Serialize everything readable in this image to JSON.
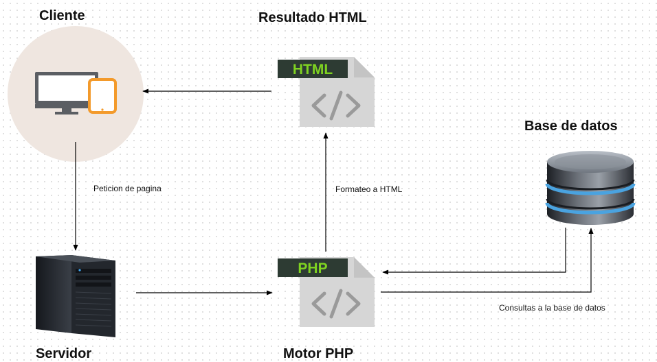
{
  "nodes": {
    "cliente": {
      "title": "Cliente"
    },
    "resultado": {
      "title": "Resultado HTML",
      "tag": "HTML"
    },
    "servidor": {
      "title": "Servidor"
    },
    "motor": {
      "title": "Motor PHP",
      "tag": "PHP"
    },
    "base": {
      "title": "Base de datos"
    }
  },
  "edges": {
    "peticion": "Peticion de pagina",
    "formateo": "Formateo a HTML",
    "consultas": "Consultas a la base de datos"
  },
  "colors": {
    "tag_bg": "#2d3b33",
    "tag_text": "#7fd321",
    "doc_fill": "#d6d6d6",
    "doc_glyph": "#9a9a9a",
    "client_circle": "#efe6e0",
    "monitor": "#5b5e63",
    "phone": "#f39a2b",
    "db_band": "#4aa3e0"
  },
  "icons": [
    "devices-icon",
    "html-file-icon",
    "server-tower-icon",
    "php-file-icon",
    "database-icon"
  ]
}
